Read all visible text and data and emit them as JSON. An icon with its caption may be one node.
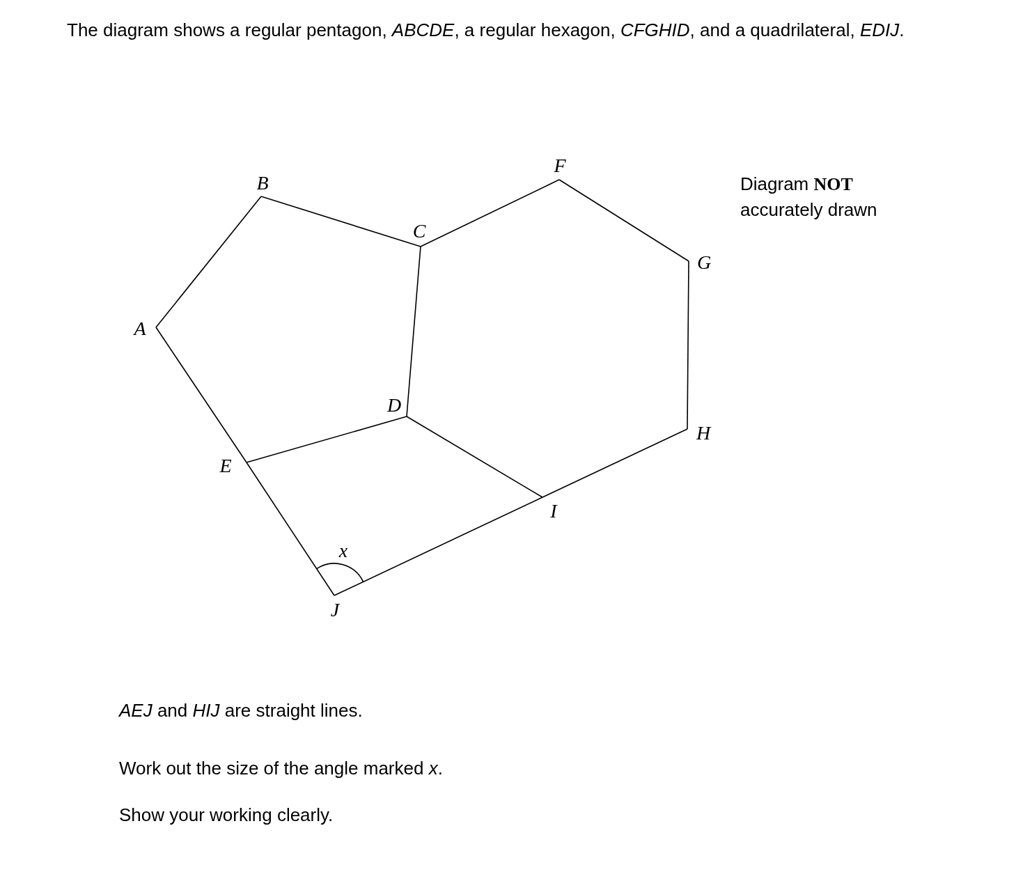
{
  "diagram": {
    "title": "The diagram shows a regular pentagon, *ABCDE*, a regular hexagon, *CFGHID*, and a quadrilateral, *EDIJ*.",
    "labels": [
      "F",
      "Diagram **NOT** accurately drawn",
      "B",
      "C",
      "G",
      "A",
      "D",
      "H",
      "E",
      "I",
      "x",
      "J",
      "*AEJ* and *HIJ* are straight lines.",
      "Work out the size of the angle marked *x*.",
      "Show your working clearly."
    ]
  }
}
